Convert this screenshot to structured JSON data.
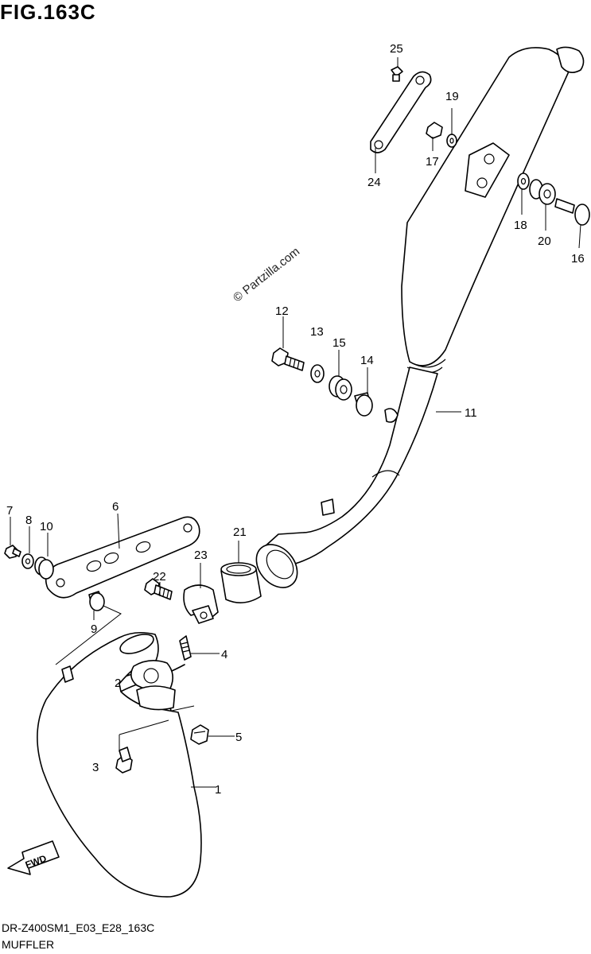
{
  "figure": {
    "title": "FIG.163C",
    "code": "DR-Z400SM1_E03_E28_163C",
    "name": "MUFFLER",
    "watermark": "© Partzilla.com",
    "fwd_label": "FWD"
  },
  "callouts": [
    {
      "id": "c1",
      "text": "1"
    },
    {
      "id": "c2",
      "text": "2"
    },
    {
      "id": "c3",
      "text": "3"
    },
    {
      "id": "c4",
      "text": "4"
    },
    {
      "id": "c5",
      "text": "5"
    },
    {
      "id": "c6",
      "text": "6"
    },
    {
      "id": "c7",
      "text": "7"
    },
    {
      "id": "c8",
      "text": "8"
    },
    {
      "id": "c9",
      "text": "9"
    },
    {
      "id": "c10",
      "text": "10"
    },
    {
      "id": "c11",
      "text": "11"
    },
    {
      "id": "c12",
      "text": "12"
    },
    {
      "id": "c13",
      "text": "13"
    },
    {
      "id": "c14",
      "text": "14"
    },
    {
      "id": "c15",
      "text": "15"
    },
    {
      "id": "c16",
      "text": "16"
    },
    {
      "id": "c17",
      "text": "17"
    },
    {
      "id": "c18",
      "text": "18"
    },
    {
      "id": "c19",
      "text": "19"
    },
    {
      "id": "c20",
      "text": "20"
    },
    {
      "id": "c21",
      "text": "21"
    },
    {
      "id": "c22",
      "text": "22"
    },
    {
      "id": "c23",
      "text": "23"
    },
    {
      "id": "c24",
      "text": "24"
    },
    {
      "id": "c25",
      "text": "25"
    }
  ]
}
